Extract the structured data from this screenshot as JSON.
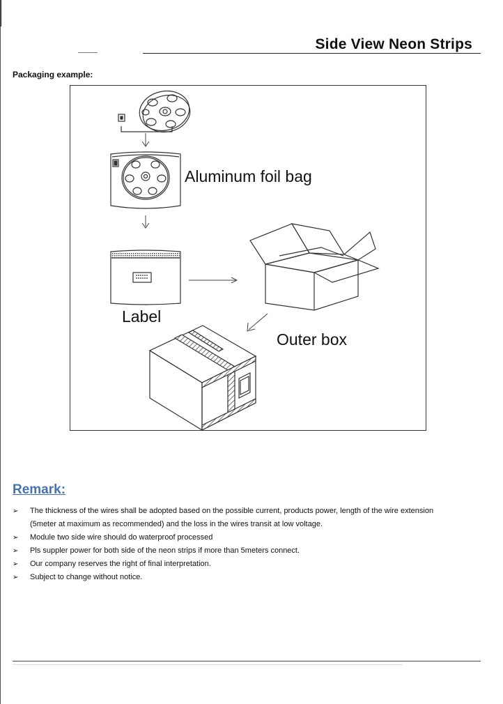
{
  "header": {
    "title": "Side View Neon Strips"
  },
  "packaging": {
    "section_label": "Packaging example:",
    "callouts": {
      "foil_bag": "Aluminum foil bag",
      "label": "Label",
      "outer_box": "Outer box"
    }
  },
  "remark": {
    "heading": "Remark:",
    "bullet_glyph": "➢",
    "items": [
      "The thickness of the wires shall be adopted based on the possible current, products power, length of    the wire extension",
      "(5meter at maximum as recommended) and the loss in the wires transit at low voltage.",
      "Module two side wire should do waterproof processed",
      "Pls suppler power for both side of the neon strips if more than 5meters connect.",
      "Our company reserves the right of final interpretation.",
      "Subject to change without notice."
    ]
  }
}
